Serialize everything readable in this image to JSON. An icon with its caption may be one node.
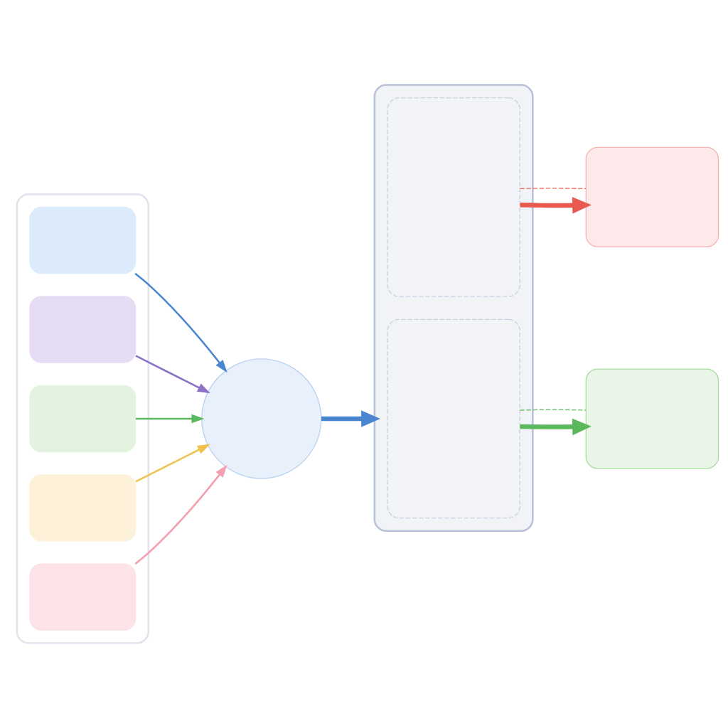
{
  "diagram": {
    "nodes": [
      {
        "text": [],
        "shape": "box"
      },
      {
        "text": [],
        "shape": "box",
        "in": 0
      },
      {
        "text": [],
        "shape": "box",
        "in": 0
      },
      {
        "text": [],
        "shape": "box",
        "in": 0
      },
      {
        "text": [],
        "shape": "box",
        "in": 0
      },
      {
        "text": [],
        "shape": "box",
        "in": 0
      },
      {
        "text": [],
        "shape": "circle"
      },
      {
        "text": [],
        "shape": "box"
      },
      {
        "text": [],
        "shape": "box",
        "in": 7
      },
      {
        "text": [],
        "shape": "box",
        "in": 7
      },
      {
        "text": [],
        "shape": "box"
      },
      {
        "text": [],
        "shape": "box"
      }
    ],
    "edges": [
      {
        "from": 1,
        "to": 6,
        "arrow": "to",
        "color": "#4a86d0"
      },
      {
        "from": 2,
        "to": 6,
        "arrow": "to",
        "color": "#8e72c8"
      },
      {
        "from": 3,
        "to": 6,
        "arrow": "to",
        "color": "#5cb85c"
      },
      {
        "from": 4,
        "to": 6,
        "arrow": "to",
        "color": "#f2c14e"
      },
      {
        "from": 5,
        "to": 6,
        "arrow": "to",
        "color": "#f4a0b0"
      },
      {
        "from": 6,
        "to": 7,
        "arrow": "to",
        "style": "thick",
        "color": "#4a86d0"
      },
      {
        "from": 8,
        "to": 10,
        "arrow": "to",
        "style": "thick",
        "color": "#e85a4f"
      },
      {
        "from": 9,
        "to": 11,
        "arrow": "to",
        "style": "thick",
        "color": "#5cb85c"
      },
      {
        "from": 8,
        "to": 10,
        "arrow": "none",
        "style": "dashed",
        "color": "#e85a4f"
      },
      {
        "from": 9,
        "to": 11,
        "arrow": "none",
        "style": "dashed",
        "color": "#5cb85c"
      }
    ]
  }
}
